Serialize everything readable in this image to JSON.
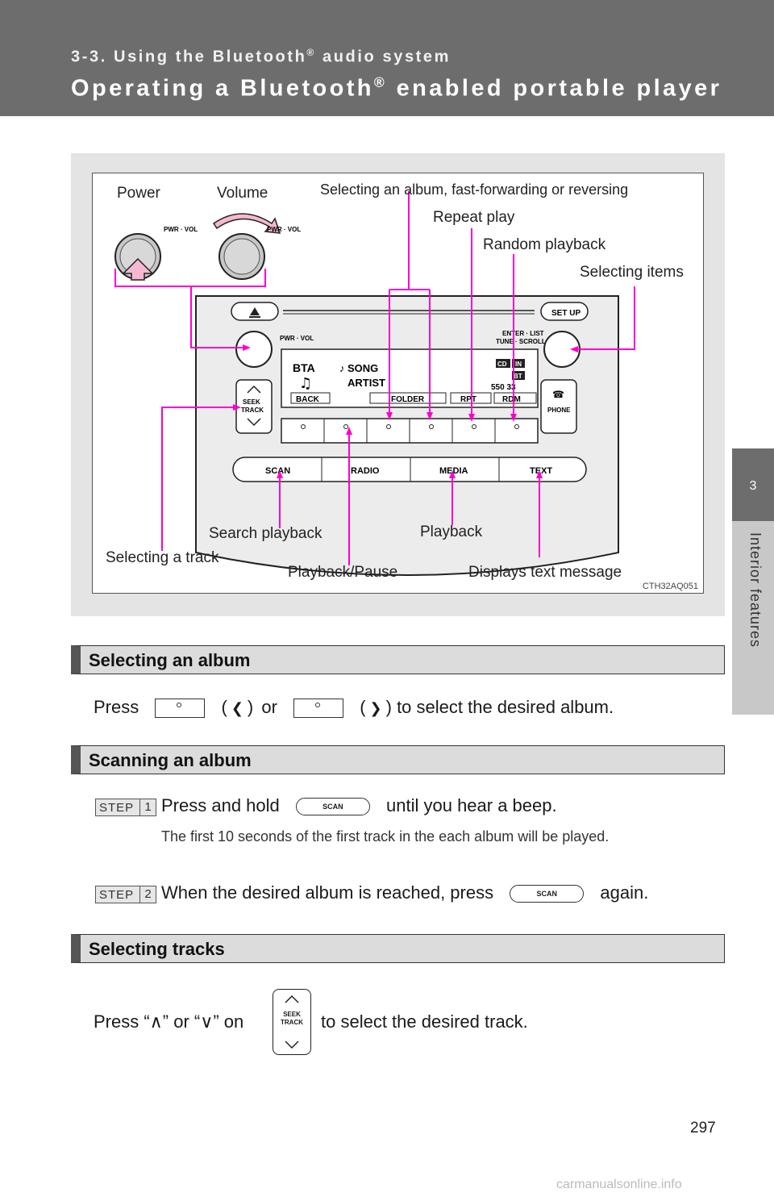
{
  "header": {
    "subtitle": "3-3. Using the Bluetooth",
    "subtitle_suffix": " audio system",
    "title": "Operating a Bluetooth",
    "title_suffix": " enabled portable player",
    "reg": "®"
  },
  "sidetab": {
    "number": "3",
    "label": "Interior features"
  },
  "figure": {
    "labels": {
      "power": "Power",
      "volume": "Volume",
      "album": "Selecting an album, fast-forwarding or reversing",
      "repeat": "Repeat play",
      "random": "Random playback",
      "items": "Selecting items",
      "search": "Search playback",
      "playback": "Playback",
      "track": "Selecting a track",
      "pause": "Playback/Pause",
      "text": "Displays text message"
    },
    "code": "CTH32AQ051",
    "unit": {
      "pwr_vol": "PWR · VOL",
      "setup": "SET UP",
      "enter": "ENTER · LIST",
      "tune": "TUNE · SCROLL",
      "seek": "SEEK",
      "trackbtn": "TRACK",
      "phone": "PHONE",
      "scan": "SCAN",
      "radio": "RADIO",
      "media": "MEDIA",
      "textbtn": "TEXT",
      "bt": "BT",
      "song": "SONG",
      "artist": "ARTIST",
      "back": "BACK",
      "folder": "FOLDER",
      "rpt": "RPT",
      "rdm": "RDM",
      "cd": "CD",
      "in": "IN",
      "time": "550 33",
      "bta": "BTA"
    }
  },
  "sections": {
    "album": {
      "heading": "Selecting an album",
      "press": "Press",
      "paren_open": "(",
      "paren_close": ")",
      "or": "or",
      "rest": "to select the desired album."
    },
    "scan": {
      "heading": "Scanning an album",
      "step_label": "STEP",
      "step1_num": "1",
      "step1_pre": "Press and hold",
      "step1_post": "until you hear a beep.",
      "step1_note": "The first 10 seconds of the first track in the each album will be played.",
      "step2_num": "2",
      "step2_pre": "When the desired album is reached, press",
      "step2_post": "again.",
      "btn": "SCAN"
    },
    "tracks": {
      "heading": "Selecting tracks",
      "line_pre": "Press “∧” or “∨” on",
      "line_post": "to select the desired track.",
      "btn_top": "SEEK",
      "btn_bot": "TRACK"
    }
  },
  "page_number": "297",
  "watermark": "carmanualsonline.info"
}
